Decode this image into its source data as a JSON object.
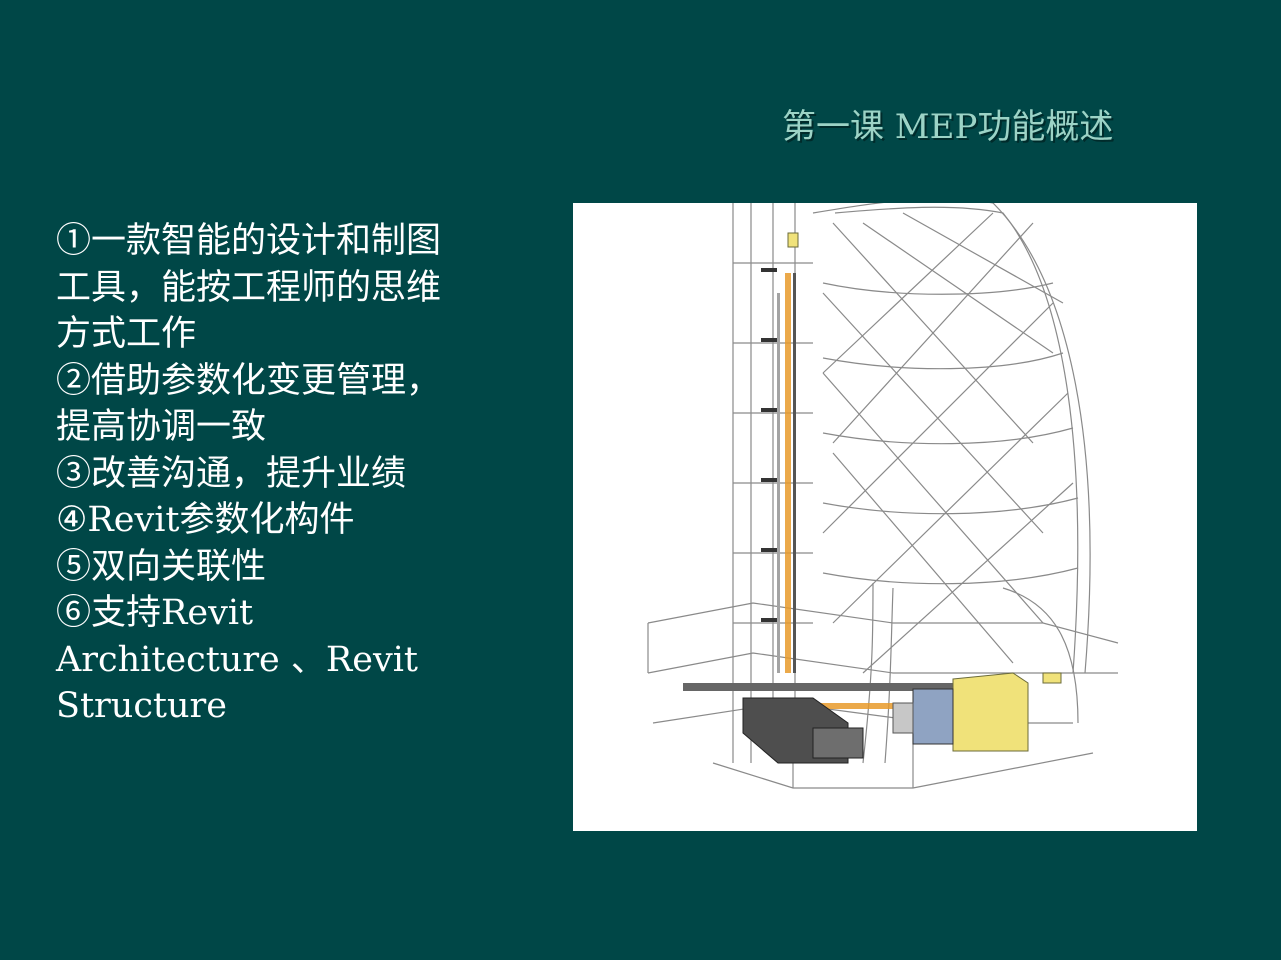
{
  "slide": {
    "title": "第一课 MEP功能概述",
    "bullets": [
      "①一款智能的设计和制图",
      "工具，能按工程师的思维",
      "方式工作",
      "②借助参数化变更管理，",
      "提高协调一致",
      "③改善沟通，提升业绩",
      "④Revit参数化构件",
      "⑤双向关联性",
      "⑥支持Revit",
      "Architecture 、Revit",
      "Structure"
    ]
  },
  "colors": {
    "background": "#004747",
    "title": "#9cd3c6",
    "text": "#ffffff",
    "figure_background": "#ffffff",
    "line_art": "#8a8a8a",
    "pipe_orange": "#e89a2a",
    "equipment_yellow": "#f0e27a"
  },
  "figure": {
    "icon": "building-mep-model-illustration"
  }
}
